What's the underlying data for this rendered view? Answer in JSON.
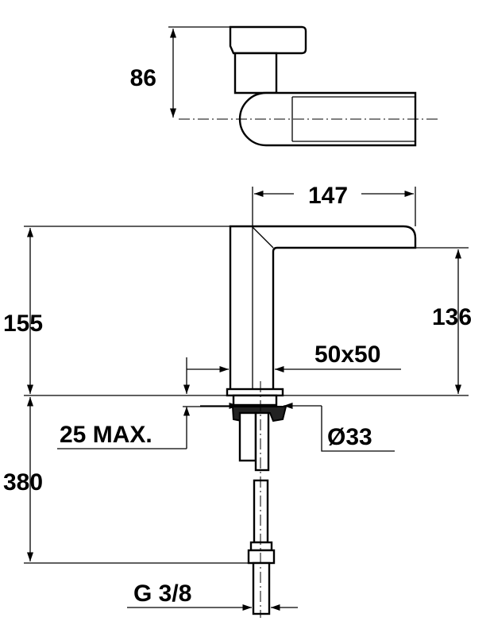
{
  "dimensions": {
    "top_height": "86",
    "spout_reach": "147",
    "total_height": "155",
    "spout_height": "136",
    "base_size": "50x50",
    "deck_max": "25 MAX.",
    "hole_diameter": "Ø33",
    "hose_length": "380",
    "thread": "G 3/8"
  }
}
